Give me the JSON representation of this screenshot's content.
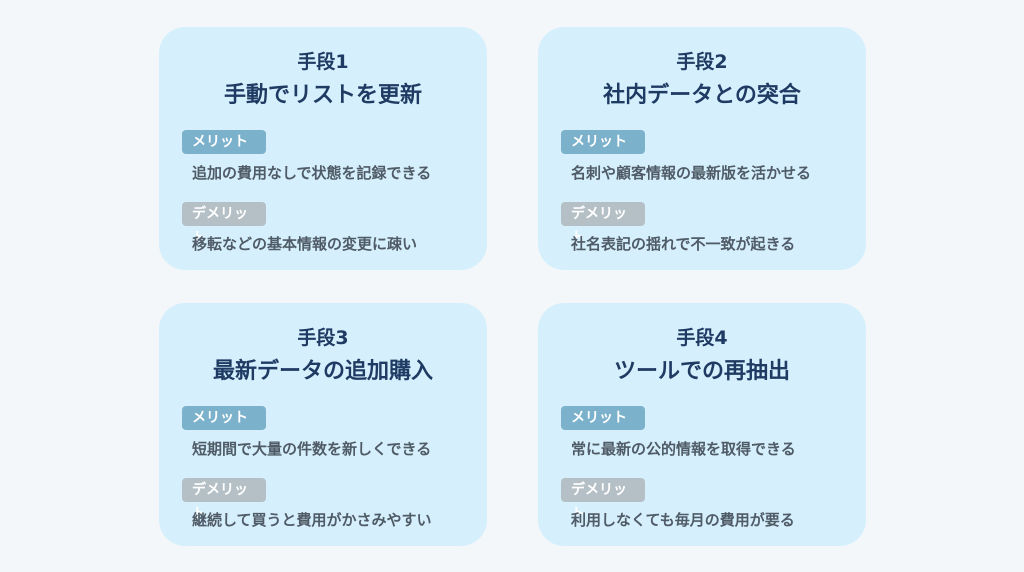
{
  "cards": [
    {
      "step": "手段1",
      "method": "手動でリストを更新",
      "merit_label": "メリット",
      "merit_text": "追加の費用なしで状態を記録できる",
      "demerit_label": "デメリット",
      "demerit_text": "移転などの基本情報の変更に疎い"
    },
    {
      "step": "手段2",
      "method": "社内データとの突合",
      "merit_label": "メリット",
      "merit_text": "名刺や顧客情報の最新版を活かせる",
      "demerit_label": "デメリット",
      "demerit_text": "社名表記の揺れで不一致が起きる"
    },
    {
      "step": "手段3",
      "method": "最新データの追加購入",
      "merit_label": "メリット",
      "merit_text": "短期間で大量の件数を新しくできる",
      "demerit_label": "デメリット",
      "demerit_text": "継続して買うと費用がかさみやすい"
    },
    {
      "step": "手段4",
      "method": "ツールでの再抽出",
      "merit_label": "メリット",
      "merit_text": "常に最新の公的情報を取得できる",
      "demerit_label": "デメリット",
      "demerit_text": "利用しなくても毎月の費用が要る"
    }
  ],
  "colors": {
    "background": "#f4f7fa",
    "card": "#d5f0fc",
    "title": "#1f3a63",
    "merit_tag": "#7cb1cc",
    "demerit_tag": "#b5c0c6",
    "body_text": "#4f5b66"
  }
}
